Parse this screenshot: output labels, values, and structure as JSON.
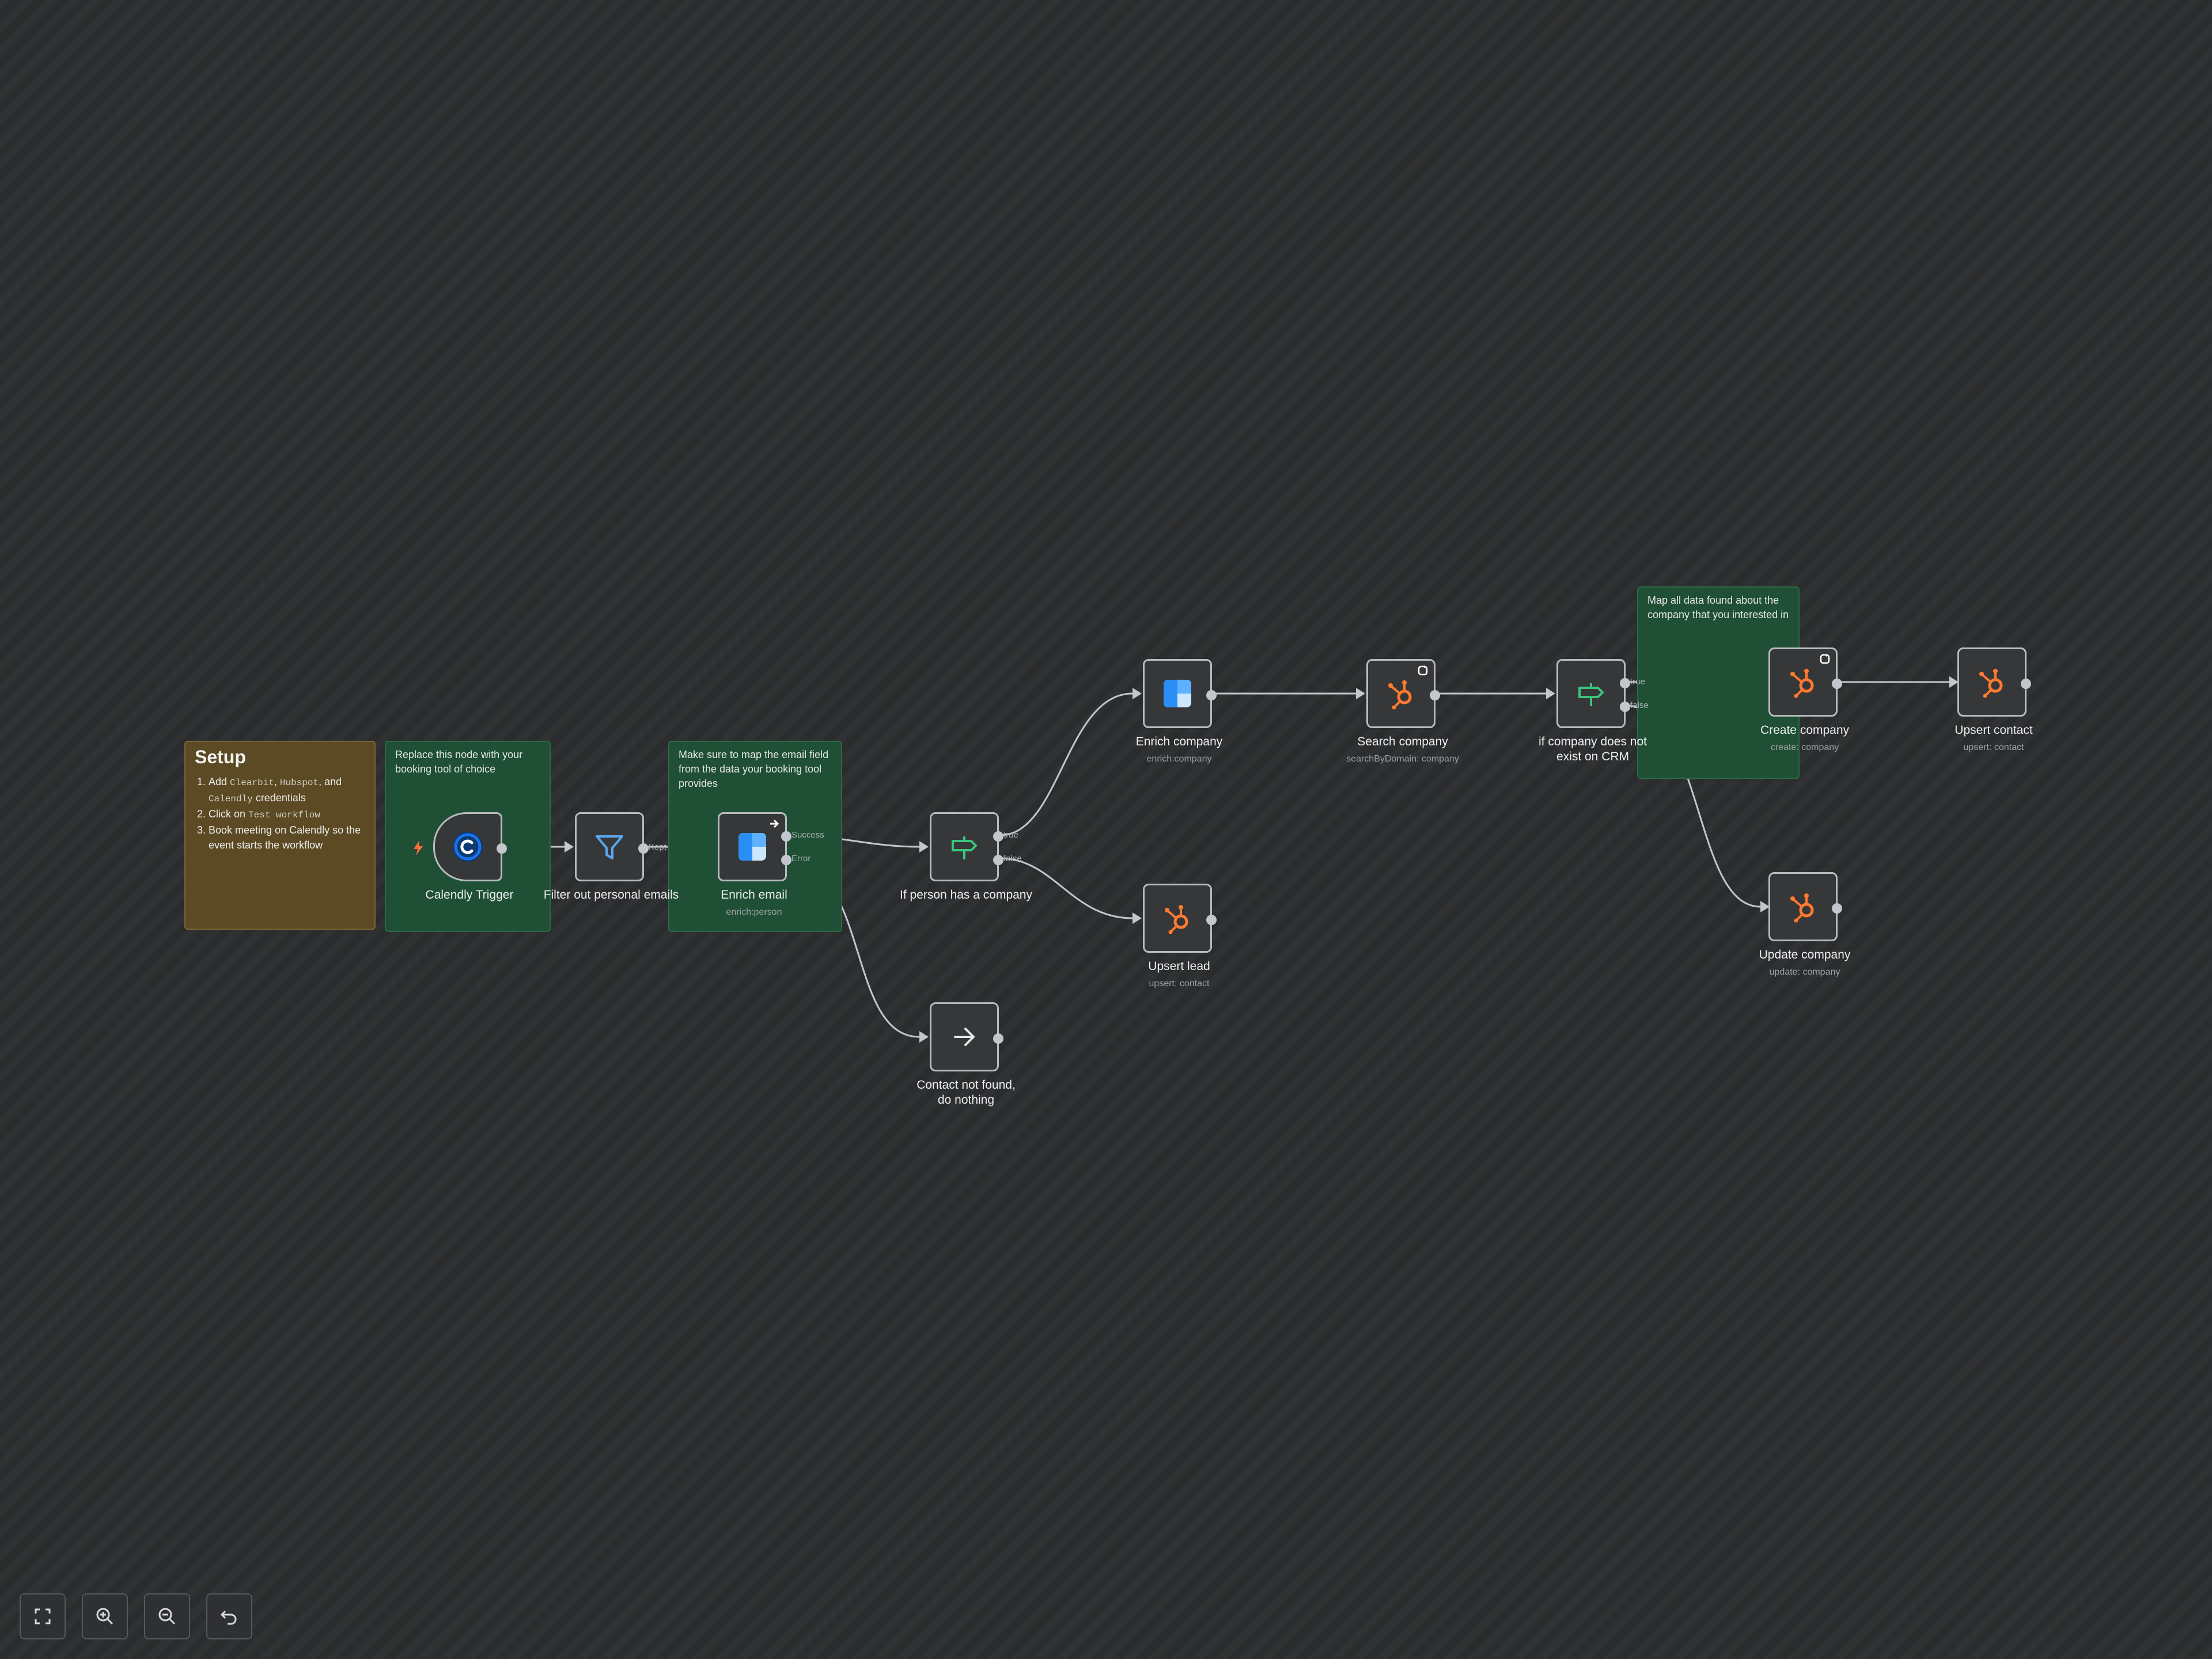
{
  "sticky_notes": {
    "setup": {
      "title": "Setup",
      "step1": {
        "pre": "Add ",
        "code1": "Clearbit",
        "sep1": ", ",
        "code2": "Hubspot",
        "sep2": ", and ",
        "code3": "Calendly",
        "post": " credentials"
      },
      "step2": {
        "pre": "Click on ",
        "code": "Test workflow"
      },
      "step3": "Book meeting on Calendly so the event starts the workflow"
    },
    "replace_trigger": "Replace this node with your booking tool of choice",
    "map_email": "Make sure to map the email field from the data your booking tool provides",
    "map_company": "Map all data found about the company that you interested in"
  },
  "nodes": {
    "calendly_trigger": {
      "label": "Calendly Trigger",
      "icon": "calendly-icon"
    },
    "filter_personal": {
      "label": "Filter out personal emails",
      "icon": "filter-icon",
      "output": "Kept"
    },
    "enrich_email": {
      "label": "Enrich email",
      "subtitle": "enrich:person",
      "icon": "clearbit-icon",
      "outputs": [
        "Success",
        "Error"
      ]
    },
    "if_person_company": {
      "label": "If person has a company",
      "icon": "signpost-icon",
      "outputs": [
        "true",
        "false"
      ]
    },
    "contact_not_found": {
      "label": "Contact not found, do nothing",
      "icon": "arrow-right-icon"
    },
    "enrich_company": {
      "label": "Enrich company",
      "subtitle": "enrich:company",
      "icon": "clearbit-icon"
    },
    "upsert_lead": {
      "label": "Upsert lead",
      "subtitle": "upsert: contact",
      "icon": "hubspot-icon"
    },
    "search_company": {
      "label": "Search company",
      "subtitle": "searchByDomain: company",
      "icon": "hubspot-icon"
    },
    "if_company_not_exist": {
      "label": "if company does not exist on CRM",
      "icon": "signpost-icon",
      "outputs": [
        "true",
        "false"
      ]
    },
    "create_company": {
      "label": "Create company",
      "subtitle": "create: company",
      "icon": "hubspot-icon"
    },
    "update_company": {
      "label": "Update company",
      "subtitle": "update: company",
      "icon": "hubspot-icon"
    },
    "upsert_contact": {
      "label": "Upsert contact",
      "subtitle": "upsert: contact",
      "icon": "hubspot-icon"
    }
  },
  "controls": {
    "zoom_to_fit": "fullscreen-icon",
    "zoom_in": "zoom-in-icon",
    "zoom_out": "zoom-out-icon",
    "reset_zoom": "undo-icon"
  },
  "colors": {
    "canvas_bg": "#2b2c2d",
    "node_bg": "#363738",
    "node_border": "#b8bbc0",
    "sticky_green": "#1f4f34",
    "sticky_gold": "#5b4a23",
    "hubspot_orange": "#ff7a2f",
    "clearbit_blue": "#2a8ef5",
    "if_green": "#3ac47d",
    "filter_blue": "#5aa7f0"
  }
}
